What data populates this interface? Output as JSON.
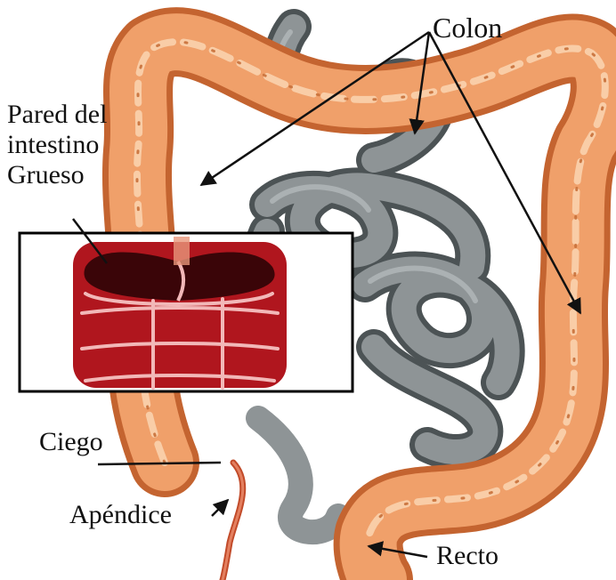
{
  "labels": {
    "colon": "Colon",
    "pared_line1": "Pared del",
    "pared_line2": "intestino",
    "pared_line3": "Grueso",
    "ciego": "Ciego",
    "apendice": "Apéndice",
    "recto": "Recto"
  },
  "colors": {
    "colon_fill": "#f0a06a",
    "colon_shadow": "#d9783e",
    "colon_highlight": "#f7c49a",
    "small_intestine": "#8e9496",
    "small_intestine_dark": "#4c5355",
    "wall_dark": "#3a0508",
    "wall_red": "#b0161e",
    "wall_line": "#f2b8b8",
    "inset_border": "#000000"
  }
}
